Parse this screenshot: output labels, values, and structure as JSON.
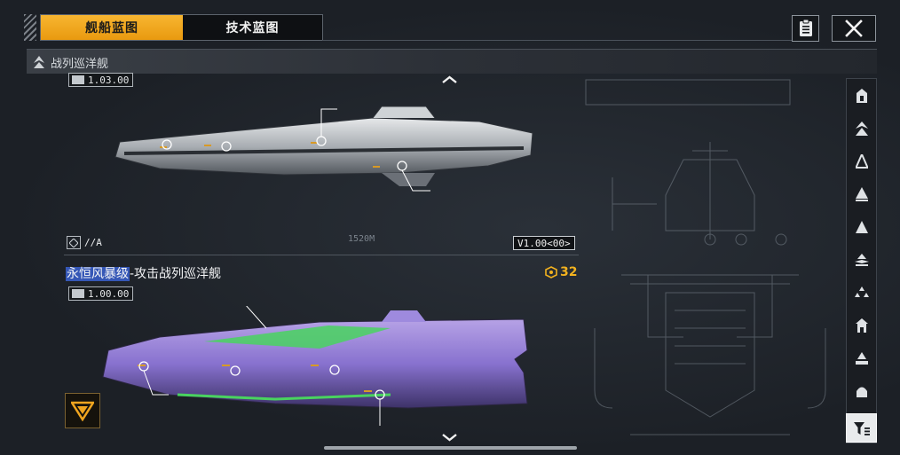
{
  "tabs": [
    {
      "label": "舰船蓝图",
      "active": true
    },
    {
      "label": "技术蓝图",
      "active": false
    }
  ],
  "toolbar": {
    "list_icon": "list-icon",
    "close_icon": "close-icon"
  },
  "category": {
    "title": "战列巡洋舰",
    "icon": "ship-class-icon"
  },
  "ship1": {
    "version": "1.03.00",
    "tier": "//A",
    "variant": "V1.00<00>",
    "length_label": "1520M"
  },
  "ship2": {
    "name_prefix": "永恒风暴级",
    "name_suffix": "-攻击战列巡洋舰",
    "version": "1.00.00",
    "cost": "32"
  },
  "sidebar": {
    "items": [
      {
        "icon": "frigate-icon"
      },
      {
        "icon": "destroyer-icon"
      },
      {
        "icon": "cruiser-icon"
      },
      {
        "icon": "battlecruiser-icon"
      },
      {
        "icon": "auxiliary-icon"
      },
      {
        "icon": "carrier-icon"
      },
      {
        "icon": "fighter-icon"
      },
      {
        "icon": "corvette-icon"
      },
      {
        "icon": "battleship-icon"
      },
      {
        "icon": "dreadnought-icon"
      }
    ],
    "filter_icon": "filter-icon"
  },
  "colors": {
    "accent": "#f0a51f",
    "bg": "#1d2127",
    "highlight": "#3557b6"
  }
}
